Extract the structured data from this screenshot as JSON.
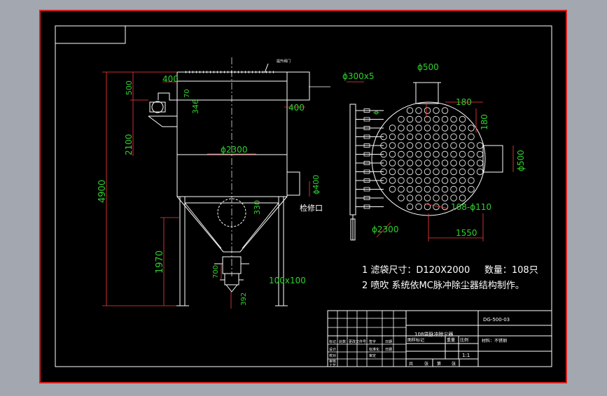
{
  "colors": {
    "background_outer": "#a3a7b0",
    "sheet": "#000000",
    "border": "#d41e1e",
    "line": "#ffffff",
    "dimension_text": "#2fd12f",
    "dimension_line": "#ff3b3b"
  },
  "side_view": {
    "dims": {
      "d400_top": "400",
      "d500": "500",
      "d346": "346",
      "d70": "70",
      "d2100": "2100",
      "d4900": "4900",
      "phi2300": "ϕ2300",
      "phi400": "ϕ400",
      "d400_right": "400",
      "d330": "330",
      "d1970": "1970",
      "d700": "700",
      "d100x100": "100x100",
      "d392": "392"
    },
    "labels": {
      "inspection_port": "检修口",
      "top_note": "提升阀门"
    }
  },
  "plan_view": {
    "dims": {
      "phi300x5": "ϕ300x5",
      "phi500_top": "ϕ500",
      "d180_a": "180",
      "d180_b": "180",
      "phi500_right": "ϕ500",
      "holes": "108-ϕ110",
      "phi2300": "ϕ2300",
      "d1550": "1550",
      "phi_small": "ϕ"
    }
  },
  "notes": [
    "1 滤袋尺寸：D120X2000     数量：108只",
    "2 喷吹 系统依MC脉冲除尘器结构制作。"
  ],
  "title_block": {
    "drawing_no": "DG-500-03",
    "title": "108袋脉冲除尘器",
    "material": "材料：不锈钢",
    "scale": "1:1",
    "col_labels": [
      "图样标记",
      "重量",
      "比例"
    ],
    "row_labels": [
      "标记",
      "处数",
      "更改文件号",
      "签字",
      "日期"
    ],
    "left_roles": [
      "设计",
      "校对",
      "审核",
      "工艺"
    ],
    "mid_roles": [
      "标准化",
      "审定",
      "日期"
    ],
    "sheet_a": "共",
    "sheet_b": "张",
    "sheet_c": "第",
    "sheet_d": "张"
  }
}
